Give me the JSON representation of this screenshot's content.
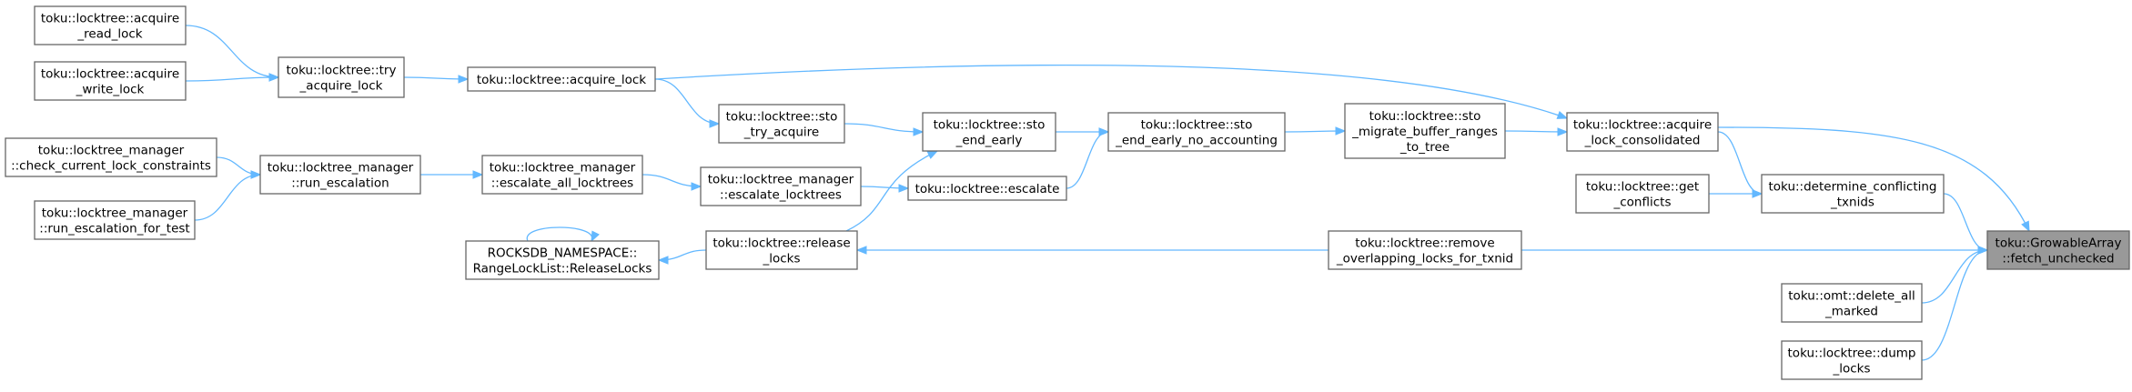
{
  "colors": {
    "edge": "#63b8ff",
    "node_border": "#666666",
    "root_fill": "#999999",
    "node_fill": "#ffffff"
  },
  "nodes": [
    {
      "id": "root",
      "lines": [
        "toku::GrowableArray",
        "::fetch_unchecked"
      ]
    },
    {
      "id": "acquire_lock_consolidated",
      "lines": [
        "toku::locktree::acquire",
        "_lock_consolidated"
      ]
    },
    {
      "id": "acquire_lock",
      "lines": [
        "toku::locktree::acquire_lock"
      ]
    },
    {
      "id": "try_acquire_lock",
      "lines": [
        "toku::locktree::try",
        "_acquire_lock"
      ]
    },
    {
      "id": "acquire_read_lock",
      "lines": [
        "toku::locktree::acquire",
        "_read_lock"
      ]
    },
    {
      "id": "acquire_write_lock",
      "lines": [
        "toku::locktree::acquire",
        "_write_lock"
      ]
    },
    {
      "id": "determine_conflicting_txnids",
      "lines": [
        "toku::determine_conflicting",
        "_txnids"
      ]
    },
    {
      "id": "get_conflicts",
      "lines": [
        "toku::locktree::get",
        "_conflicts"
      ]
    },
    {
      "id": "remove_overlapping",
      "lines": [
        "toku::locktree::remove",
        "_overlapping_locks_for_txnid"
      ]
    },
    {
      "id": "release_locks",
      "lines": [
        "toku::locktree::release",
        "_locks"
      ]
    },
    {
      "id": "rangelocklist_release",
      "lines": [
        "ROCKSDB_NAMESPACE::",
        "RangeLockList::ReleaseLocks"
      ]
    },
    {
      "id": "delete_all_marked",
      "lines": [
        "toku::omt::delete_all",
        "_marked"
      ]
    },
    {
      "id": "dump_locks",
      "lines": [
        "toku::locktree::dump",
        "_locks"
      ]
    },
    {
      "id": "sto_migrate",
      "lines": [
        "toku::locktree::sto",
        "_migrate_buffer_ranges",
        "_to_tree"
      ]
    },
    {
      "id": "sto_end_early_no_accounting",
      "lines": [
        "toku::locktree::sto",
        "_end_early_no_accounting"
      ]
    },
    {
      "id": "sto_end_early",
      "lines": [
        "toku::locktree::sto",
        "_end_early"
      ]
    },
    {
      "id": "escalate",
      "lines": [
        "toku::locktree::escalate"
      ]
    },
    {
      "id": "sto_try_acquire",
      "lines": [
        "toku::locktree::sto",
        "_try_acquire"
      ]
    },
    {
      "id": "escalate_locktrees",
      "lines": [
        "toku::locktree_manager",
        "::escalate_locktrees"
      ]
    },
    {
      "id": "escalate_all_locktrees",
      "lines": [
        "toku::locktree_manager",
        "::escalate_all_locktrees"
      ]
    },
    {
      "id": "run_escalation",
      "lines": [
        "toku::locktree_manager",
        "::run_escalation"
      ]
    },
    {
      "id": "check_current_lock_constraints",
      "lines": [
        "toku::locktree_manager",
        "::check_current_lock_constraints"
      ]
    },
    {
      "id": "run_escalation_for_test",
      "lines": [
        "toku::locktree_manager",
        "::run_escalation_for_test"
      ]
    }
  ],
  "edges": [
    {
      "from": "acquire_lock_consolidated",
      "to": "root"
    },
    {
      "from": "determine_conflicting_txnids",
      "to": "root"
    },
    {
      "from": "remove_overlapping",
      "to": "root"
    },
    {
      "from": "delete_all_marked",
      "to": "root"
    },
    {
      "from": "dump_locks",
      "to": "root"
    },
    {
      "from": "acquire_lock",
      "to": "acquire_lock_consolidated"
    },
    {
      "from": "sto_migrate",
      "to": "acquire_lock_consolidated"
    },
    {
      "from": "acquire_lock_consolidated",
      "to": "determine_conflicting_txnids"
    },
    {
      "from": "get_conflicts",
      "to": "determine_conflicting_txnids"
    },
    {
      "from": "try_acquire_lock",
      "to": "acquire_lock"
    },
    {
      "from": "acquire_read_lock",
      "to": "try_acquire_lock"
    },
    {
      "from": "acquire_write_lock",
      "to": "try_acquire_lock"
    },
    {
      "from": "sto_end_early_no_accounting",
      "to": "sto_migrate"
    },
    {
      "from": "sto_end_early",
      "to": "sto_end_early_no_accounting"
    },
    {
      "from": "escalate",
      "to": "sto_end_early_no_accounting"
    },
    {
      "from": "sto_try_acquire",
      "to": "sto_end_early"
    },
    {
      "from": "release_locks",
      "to": "sto_end_early"
    },
    {
      "from": "acquire_lock",
      "to": "sto_try_acquire"
    },
    {
      "from": "escalate_locktrees",
      "to": "escalate"
    },
    {
      "from": "escalate_all_locktrees",
      "to": "escalate_locktrees"
    },
    {
      "from": "run_escalation",
      "to": "escalate_all_locktrees"
    },
    {
      "from": "check_current_lock_constraints",
      "to": "run_escalation"
    },
    {
      "from": "run_escalation_for_test",
      "to": "run_escalation"
    },
    {
      "from": "remove_overlapping",
      "to": "release_locks"
    },
    {
      "from": "release_locks",
      "to": "rangelocklist_release"
    },
    {
      "from": "rangelocklist_release",
      "to": "rangelocklist_release"
    }
  ]
}
